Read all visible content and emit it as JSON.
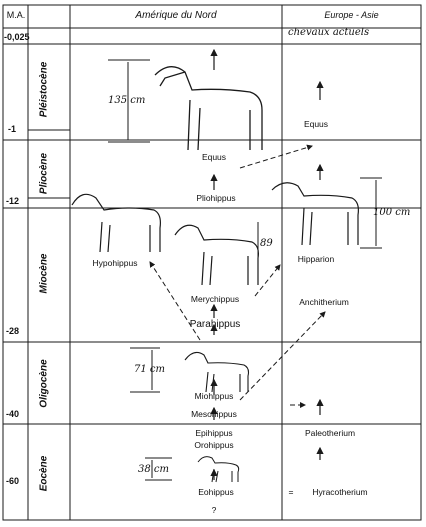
{
  "headers": {
    "ma": "M.A.",
    "north_america": "Amérique du Nord",
    "europe_asia": "Europe - Asie",
    "note_modern": "chevaux actuels"
  },
  "eras": {
    "pleistocene": "Pléistocène",
    "pliocene": "Pliocène",
    "miocene": "Miocène",
    "oligocene": "Oligocène",
    "eocene": "Eocène"
  },
  "ages": {
    "a0": "-0,025",
    "a1": "-1",
    "a12": "-12",
    "a28": "-28",
    "a40": "-40",
    "a60": "-60"
  },
  "genera": {
    "equus_na": "Equus",
    "pliohippus": "Pliohippus",
    "hypohippus": "Hypohippus",
    "merychippus": "Merychippus",
    "parahippus": "Parahippus",
    "miohippus": "Miohippus",
    "mesohippus": "Mesohippus",
    "epihippus": "Epihippus",
    "orohippus": "Orohippus",
    "eohippus": "Eohippus",
    "equus_ea": "Equus",
    "hipparion": "Hipparion",
    "anchitherium": "Anchitherium",
    "paleotherium": "Paleotherium",
    "hyracotherium": "Hyracotherium"
  },
  "heights": {
    "equus": "135 cm",
    "hipparion": "100 cm",
    "merychippus": "89",
    "miohippus": "71 cm",
    "eohippus": "38 cm"
  },
  "marks": {
    "unknown_origin": "?",
    "equivalence": "="
  },
  "colors": {
    "ink": "#1a1a1a",
    "paper": "#ffffff"
  }
}
